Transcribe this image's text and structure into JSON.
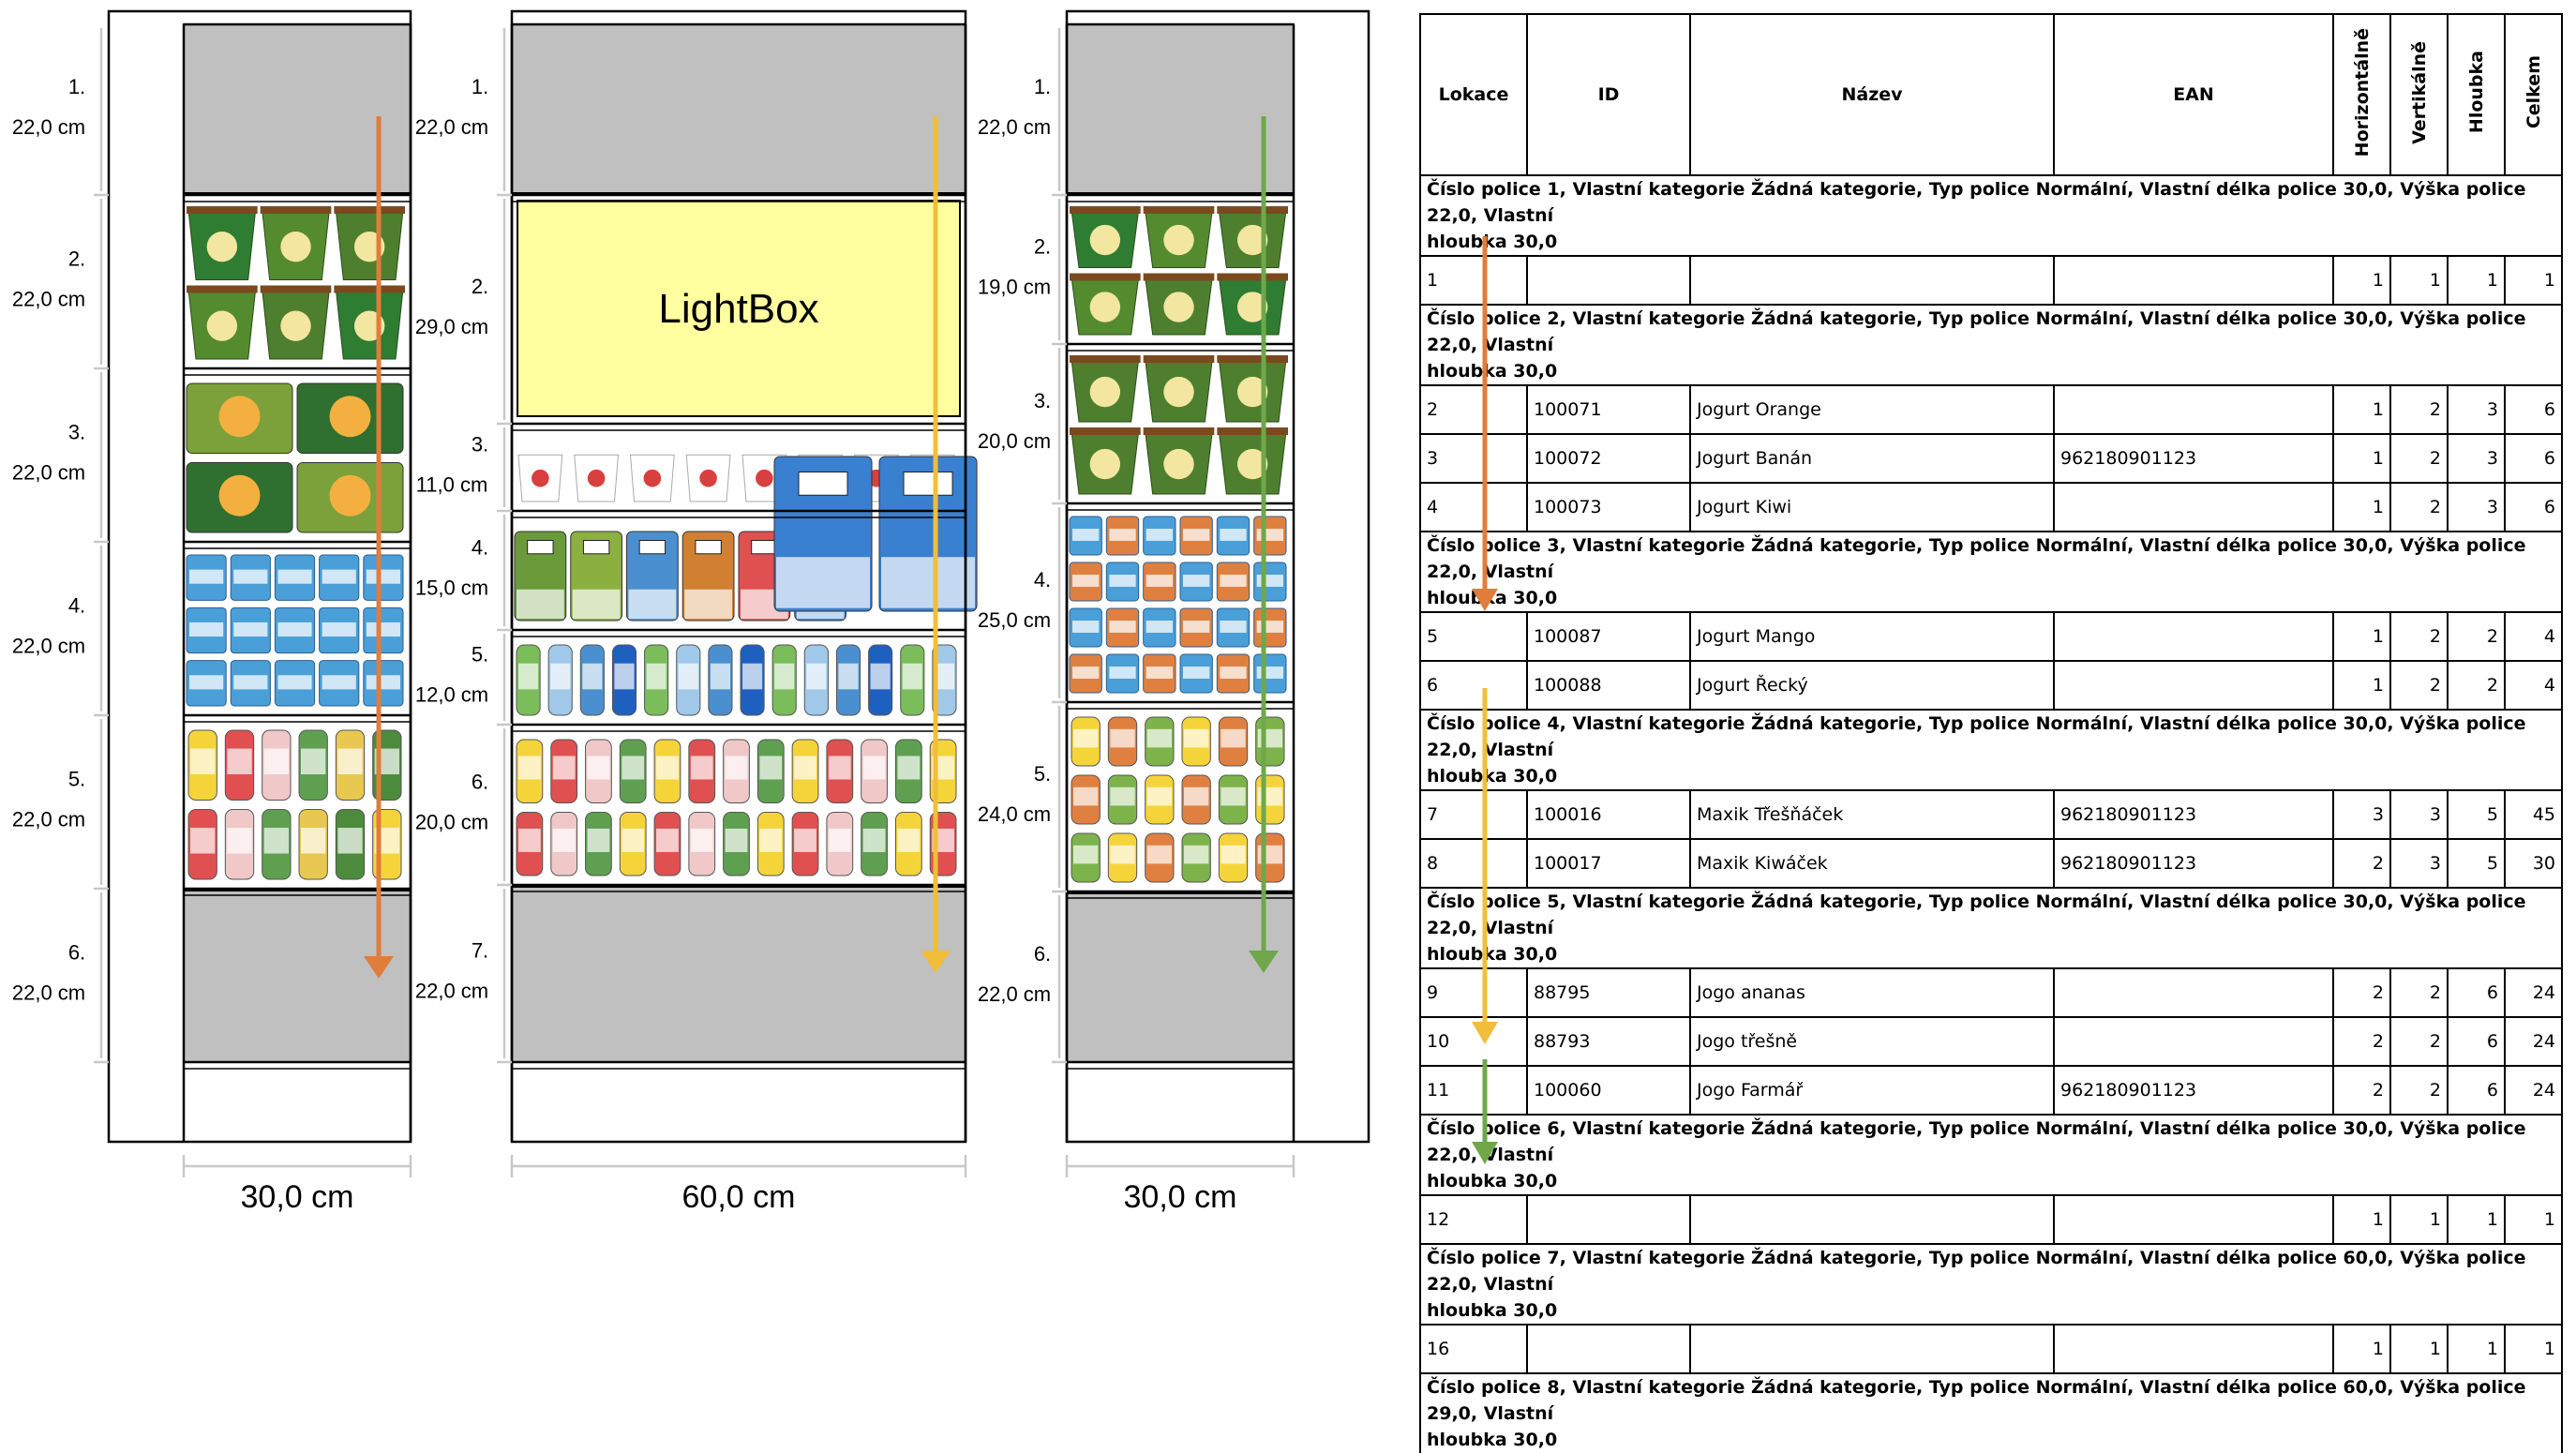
{
  "colors": {
    "orange": "#E07C3C",
    "yellow": "#F0BE3A",
    "green": "#6FA74A",
    "shelf_gray": "#C0C0C0",
    "lightbox": "#FFFFA0"
  },
  "planogram": {
    "sections": [
      {
        "id": "left",
        "width_label": "30,0 cm",
        "arrow_color": "orange",
        "shelves": [
          {
            "num": "1.",
            "h": "22,0 cm"
          },
          {
            "num": "2.",
            "h": "22,0 cm"
          },
          {
            "num": "3.",
            "h": "22,0 cm"
          },
          {
            "num": "4.",
            "h": "22,0 cm"
          },
          {
            "num": "5.",
            "h": "22,0 cm"
          },
          {
            "num": "6.",
            "h": "22,0 cm"
          }
        ]
      },
      {
        "id": "middle",
        "width_label": "60,0 cm",
        "arrow_color": "yellow",
        "lightbox_label": "LightBox",
        "shelves": [
          {
            "num": "1.",
            "h": "22,0 cm"
          },
          {
            "num": "2.",
            "h": "29,0 cm"
          },
          {
            "num": "3.",
            "h": "11,0 cm"
          },
          {
            "num": "4.",
            "h": "15,0 cm"
          },
          {
            "num": "5.",
            "h": "12,0 cm"
          },
          {
            "num": "6.",
            "h": "20,0 cm"
          },
          {
            "num": "7.",
            "h": "22,0 cm"
          }
        ]
      },
      {
        "id": "right",
        "width_label": "30,0 cm",
        "arrow_color": "green",
        "shelves": [
          {
            "num": "1.",
            "h": "22,0 cm"
          },
          {
            "num": "2.",
            "h": "19,0 cm"
          },
          {
            "num": "3.",
            "h": "20,0 cm"
          },
          {
            "num": "4.",
            "h": "25,0 cm"
          },
          {
            "num": "5.",
            "h": "24,0 cm"
          },
          {
            "num": "6.",
            "h": "22,0 cm"
          }
        ]
      }
    ]
  },
  "table": {
    "headers": {
      "lokace": "Lokace",
      "id": "ID",
      "nazev": "Název",
      "ean": "EAN",
      "horiz": "Horizontálně",
      "vert": "Vertikálně",
      "hloubka": "Hloubka",
      "celkem": "Celkem"
    },
    "groups": [
      {
        "caption_1": "Číslo police 1, Vlastní kategorie Žádná kategorie, Typ police Normální, Vlastní délka police 30,0, Výška police 22,0, Vlastní",
        "caption_2": "hloubka 30,0",
        "rows": [
          {
            "lokace": "1",
            "id": "",
            "nazev": "",
            "ean": "",
            "h": "1",
            "v": "1",
            "d": "1",
            "t": "1"
          }
        ]
      },
      {
        "caption_1": "Číslo police 2, Vlastní kategorie Žádná kategorie, Typ police Normální, Vlastní délka police 30,0, Výška police 22,0, Vlastní",
        "caption_2": "hloubka 30,0",
        "rows": [
          {
            "lokace": "2",
            "id": "100071",
            "nazev": "Jogurt Orange",
            "ean": "",
            "h": "1",
            "v": "2",
            "d": "3",
            "t": "6"
          },
          {
            "lokace": "3",
            "id": "100072",
            "nazev": "Jogurt Banán",
            "ean": "962180901123",
            "h": "1",
            "v": "2",
            "d": "3",
            "t": "6"
          },
          {
            "lokace": "4",
            "id": "100073",
            "nazev": "Jogurt Kiwi",
            "ean": "",
            "h": "1",
            "v": "2",
            "d": "3",
            "t": "6"
          }
        ]
      },
      {
        "caption_1": "Číslo police 3, Vlastní kategorie Žádná kategorie, Typ police Normální, Vlastní délka police 30,0, Výška police 22,0, Vlastní",
        "caption_2": "hloubka 30,0",
        "rows": [
          {
            "lokace": "5",
            "id": "100087",
            "nazev": "Jogurt Mango",
            "ean": "",
            "h": "1",
            "v": "2",
            "d": "2",
            "t": "4"
          },
          {
            "lokace": "6",
            "id": "100088",
            "nazev": "Jogurt Řecký",
            "ean": "",
            "h": "1",
            "v": "2",
            "d": "2",
            "t": "4"
          }
        ]
      },
      {
        "caption_1": "Číslo police 4, Vlastní kategorie Žádná kategorie, Typ police Normální, Vlastní délka police 30,0, Výška police 22,0, Vlastní",
        "caption_2": "hloubka 30,0",
        "rows": [
          {
            "lokace": "7",
            "id": "100016",
            "nazev": "Maxik Třešňáček",
            "ean": "962180901123",
            "h": "3",
            "v": "3",
            "d": "5",
            "t": "45"
          },
          {
            "lokace": "8",
            "id": "100017",
            "nazev": "Maxik Kiwáček",
            "ean": "962180901123",
            "h": "2",
            "v": "3",
            "d": "5",
            "t": "30"
          }
        ]
      },
      {
        "caption_1": "Číslo police 5, Vlastní kategorie Žádná kategorie, Typ police Normální, Vlastní délka police 30,0, Výška police 22,0, Vlastní",
        "caption_2": "hloubka 30,0",
        "rows": [
          {
            "lokace": "9",
            "id": "88795",
            "nazev": "Jogo ananas",
            "ean": "",
            "h": "2",
            "v": "2",
            "d": "6",
            "t": "24"
          },
          {
            "lokace": "10",
            "id": "88793",
            "nazev": "Jogo třešně",
            "ean": "",
            "h": "2",
            "v": "2",
            "d": "6",
            "t": "24"
          },
          {
            "lokace": "11",
            "id": "100060",
            "nazev": "Jogo Farmář",
            "ean": "962180901123",
            "h": "2",
            "v": "2",
            "d": "6",
            "t": "24"
          }
        ]
      },
      {
        "caption_1": "Číslo police 6, Vlastní kategorie Žádná kategorie, Typ police Normální, Vlastní délka police 30,0, Výška police 22,0, Vlastní",
        "caption_2": "hloubka 30,0",
        "rows": [
          {
            "lokace": "12",
            "id": "",
            "nazev": "",
            "ean": "",
            "h": "1",
            "v": "1",
            "d": "1",
            "t": "1"
          }
        ]
      },
      {
        "caption_1": "Číslo police 7, Vlastní kategorie Žádná kategorie, Typ police Normální, Vlastní délka police 60,0, Výška police 22,0, Vlastní",
        "caption_2": "hloubka 30,0",
        "rows": [
          {
            "lokace": "16",
            "id": "",
            "nazev": "",
            "ean": "",
            "h": "1",
            "v": "1",
            "d": "1",
            "t": "1"
          }
        ]
      },
      {
        "caption_1": "Číslo police 8, Vlastní kategorie Žádná kategorie, Typ police Normální, Vlastní délka police 60,0, Výška police 29,0, Vlastní",
        "caption_2": "hloubka 30,0",
        "rows": []
      }
    ]
  }
}
